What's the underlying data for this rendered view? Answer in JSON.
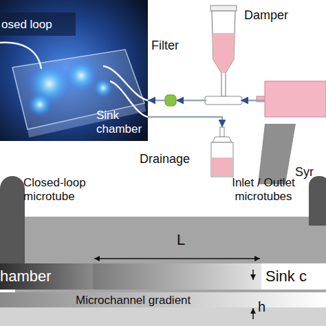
{
  "diagram": {
    "nodes": [
      {
        "text": [
          "osed loop",
          "Sink chamber"
        ]
      },
      {
        "text": [
          "Damper"
        ]
      },
      {
        "text": [
          "Filter"
        ]
      },
      {
        "text": [
          "Syr"
        ]
      },
      {
        "text": [
          "Drainage"
        ]
      },
      {
        "text": [
          "Closed-loop microtube"
        ]
      },
      {
        "text": [
          "Inlet / Outlet microtubes"
        ]
      },
      {
        "text": [
          "hamber"
        ]
      },
      {
        "text": [
          "Sink c"
        ]
      },
      {
        "text": [
          "Microchannel gradient"
        ]
      }
    ],
    "edges": [
      {
        "from": 3,
        "to": 1,
        "arrow": "to"
      },
      {
        "from": 1,
        "to": 2,
        "arrow": "to"
      },
      {
        "from": 2,
        "to": 0,
        "arrow": "to"
      },
      {
        "from": 0,
        "to": 4,
        "arrow": "to"
      }
    ],
    "labels": [
      "L",
      "h"
    ]
  }
}
